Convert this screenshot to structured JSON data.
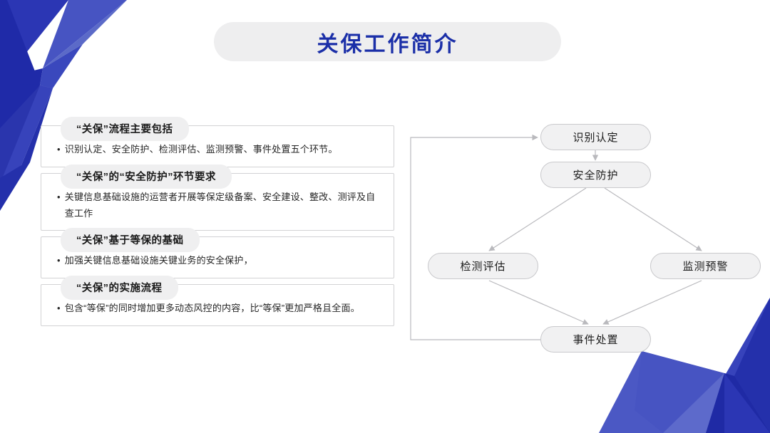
{
  "page": {
    "title": "关保工作简介",
    "title_color": "#1b2fa8",
    "background": "#ffffff"
  },
  "decorations": {
    "top_left": {
      "name": "blue-polygon-decoration-top-left",
      "colors": [
        "#1f2aa8",
        "#2b36b4",
        "#3a48bd",
        "#5b6ac8",
        "#2a35ad",
        "#4754c2"
      ]
    },
    "bottom_right": {
      "name": "blue-polygon-decoration-bottom-right",
      "colors": [
        "#2430ab",
        "#4b58c4",
        "#3743bb",
        "#5d6acb",
        "#1f2aa5"
      ]
    }
  },
  "sections": [
    {
      "heading": "“关保”流程主要包括",
      "bullet": "•",
      "body": "识别认定、安全防护、检测评估、监测预警、事件处置五个环节。"
    },
    {
      "heading": "“关保”的“安全防护”环节要求",
      "bullet": "•",
      "body": "关键信息基础设施的运营者开展等保定级备案、安全建设、整改、测评及自查工作"
    },
    {
      "heading": "“关保”基于等保的基础",
      "bullet": "•",
      "body": "加强关键信息基础设施关键业务的安全保护，"
    },
    {
      "heading": "“关保”的实施流程",
      "bullet": "•",
      "body": "包含“等保”的同时增加更多动态风控的内容，比“等保”更加严格且全面。"
    }
  ],
  "flowchart": {
    "type": "process-flow-diagram",
    "nodes": [
      {
        "id": "identify",
        "label": "识别认定"
      },
      {
        "id": "protect",
        "label": "安全防护"
      },
      {
        "id": "assess",
        "label": "检测评估"
      },
      {
        "id": "monitor",
        "label": "监测预警"
      },
      {
        "id": "incident",
        "label": "事件处置"
      }
    ],
    "edges": [
      {
        "from": "identify",
        "to": "protect"
      },
      {
        "from": "protect",
        "to": "assess"
      },
      {
        "from": "protect",
        "to": "monitor"
      },
      {
        "from": "assess",
        "to": "incident"
      },
      {
        "from": "monitor",
        "to": "incident"
      },
      {
        "from": "incident",
        "to": "identify"
      }
    ],
    "node_fill": "#f1f1f2",
    "node_border": "#c9c9cc",
    "edge_color": "#b9b9bd"
  }
}
